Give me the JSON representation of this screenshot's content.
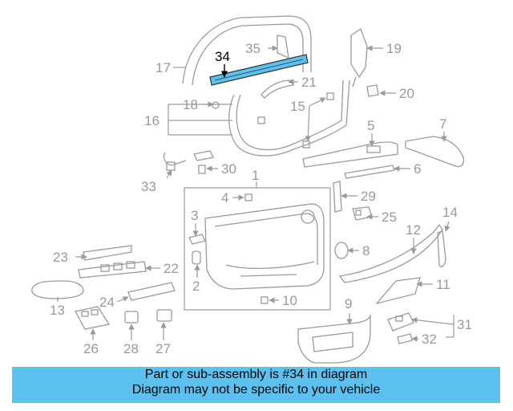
{
  "diagram": {
    "highlight_color": "#5bc2f0",
    "highlighted_part": "34",
    "labels": [
      "34",
      "35",
      "19",
      "17",
      "21",
      "20",
      "18",
      "15",
      "16",
      "5",
      "7",
      "33",
      "30",
      "6",
      "1",
      "4",
      "29",
      "3",
      "25",
      "14",
      "12",
      "23",
      "22",
      "8",
      "2",
      "11",
      "13",
      "24",
      "9",
      "10",
      "31",
      "32",
      "26",
      "28",
      "27"
    ]
  },
  "banner": {
    "line1": "Part or sub-assembly is #34 in diagram",
    "line2": "Diagram may not be specific to your vehicle",
    "color": "#5bc2f0"
  }
}
